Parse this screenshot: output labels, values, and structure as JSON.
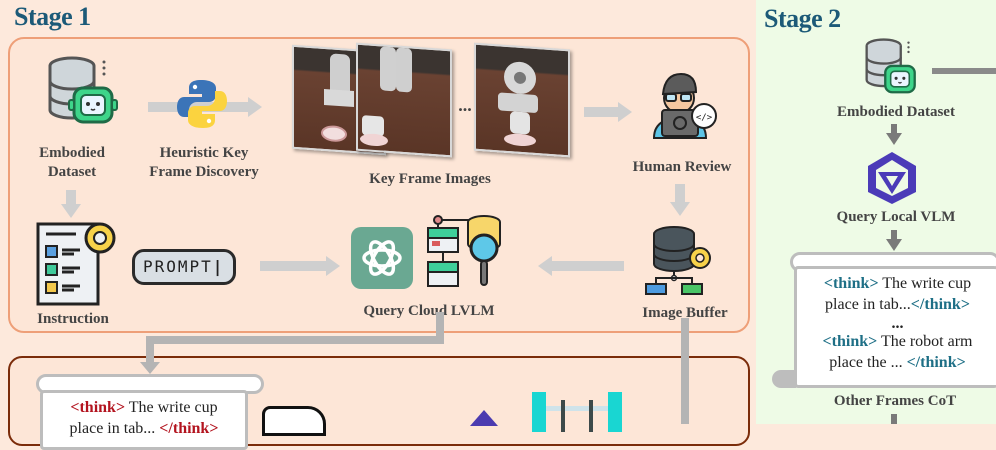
{
  "stage1": {
    "title": "Stage 1",
    "nodes": {
      "embodied_dataset": "Embodied\nDataset",
      "heuristic": "Heuristic Key\nFrame Discovery",
      "key_frames": "Key Frame Images",
      "key_frames_ellipsis": "...",
      "human_review": "Human Review",
      "instruction": "Instruction",
      "prompt": "PROMPT",
      "query_cloud": "Query Cloud LVLM",
      "image_buffer": "Image Buffer"
    },
    "output_scroll": {
      "open_tag": "<think>",
      "text1": " The write cup",
      "text2": "place in tab... ",
      "close_tag": "</think>"
    }
  },
  "stage2": {
    "title": "Stage 2",
    "nodes": {
      "embodied_dataset": "Embodied Dataset",
      "query_local": "Query Local VLM",
      "other_frames": "Other Frames CoT"
    },
    "scroll": {
      "open_tag": "<think>",
      "close_tag": "</think>",
      "line1": " The write cup",
      "line2": "place in tab...",
      "ellipsis": "...",
      "line3": " The robot arm",
      "line4": "place the ... "
    }
  },
  "colors": {
    "stage_title": "#1c5a78",
    "stage1_bg": "#fde9dc",
    "stage2_bg": "#eefbe6",
    "box1_border": "#ee9f78",
    "box2_border": "#7b2c0a",
    "think_red": "#b3141f",
    "think_teal": "#1e6f86"
  }
}
